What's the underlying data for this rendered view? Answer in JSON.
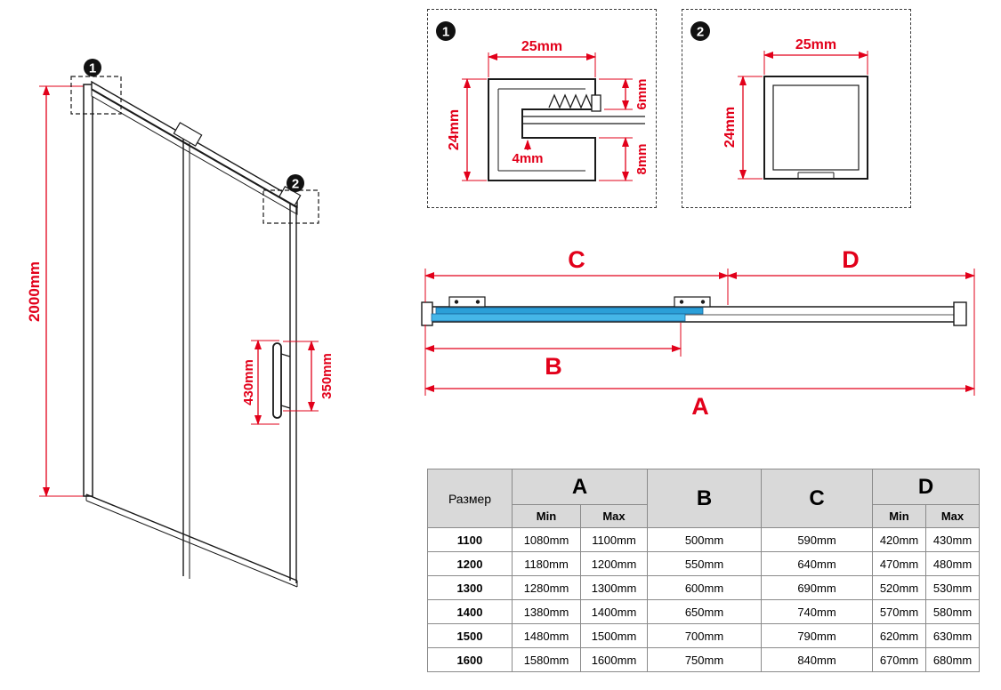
{
  "colors": {
    "dimension_red": "#e2001a",
    "glass_blue_light": "#45b6e8",
    "glass_blue_dark": "#2b9fd8",
    "outline_black": "#1a1a1a",
    "table_header_gray": "#d9d9d9"
  },
  "door": {
    "callout_1": "1",
    "callout_2": "2",
    "height": "2000mm",
    "handle_outer": "430mm",
    "handle_inner": "350mm"
  },
  "detail_1": {
    "badge": "1",
    "top_width": "25mm",
    "left_height": "24mm",
    "right_top": "6mm",
    "right_bottom": "8mm",
    "inner_slot": "4mm"
  },
  "detail_2": {
    "badge": "2",
    "top_width": "25mm",
    "left_height": "24mm"
  },
  "rail_section": {
    "dim_c": "C",
    "dim_d": "D",
    "dim_b": "B",
    "dim_a": "A"
  },
  "size_table": {
    "headers": {
      "size": "Размер",
      "a": "A",
      "b": "B",
      "c": "C",
      "d": "D",
      "min": "Min",
      "max": "Max"
    },
    "rows": [
      {
        "size": "1100",
        "a_min": "1080mm",
        "a_max": "1100mm",
        "b": "500mm",
        "c": "590mm",
        "d_min": "420mm",
        "d_max": "430mm"
      },
      {
        "size": "1200",
        "a_min": "1180mm",
        "a_max": "1200mm",
        "b": "550mm",
        "c": "640mm",
        "d_min": "470mm",
        "d_max": "480mm"
      },
      {
        "size": "1300",
        "a_min": "1280mm",
        "a_max": "1300mm",
        "b": "600mm",
        "c": "690mm",
        "d_min": "520mm",
        "d_max": "530mm"
      },
      {
        "size": "1400",
        "a_min": "1380mm",
        "a_max": "1400mm",
        "b": "650mm",
        "c": "740mm",
        "d_min": "570mm",
        "d_max": "580mm"
      },
      {
        "size": "1500",
        "a_min": "1480mm",
        "a_max": "1500mm",
        "b": "700mm",
        "c": "790mm",
        "d_min": "620mm",
        "d_max": "630mm"
      },
      {
        "size": "1600",
        "a_min": "1580mm",
        "a_max": "1600mm",
        "b": "750mm",
        "c": "840mm",
        "d_min": "670mm",
        "d_max": "680mm"
      }
    ]
  }
}
